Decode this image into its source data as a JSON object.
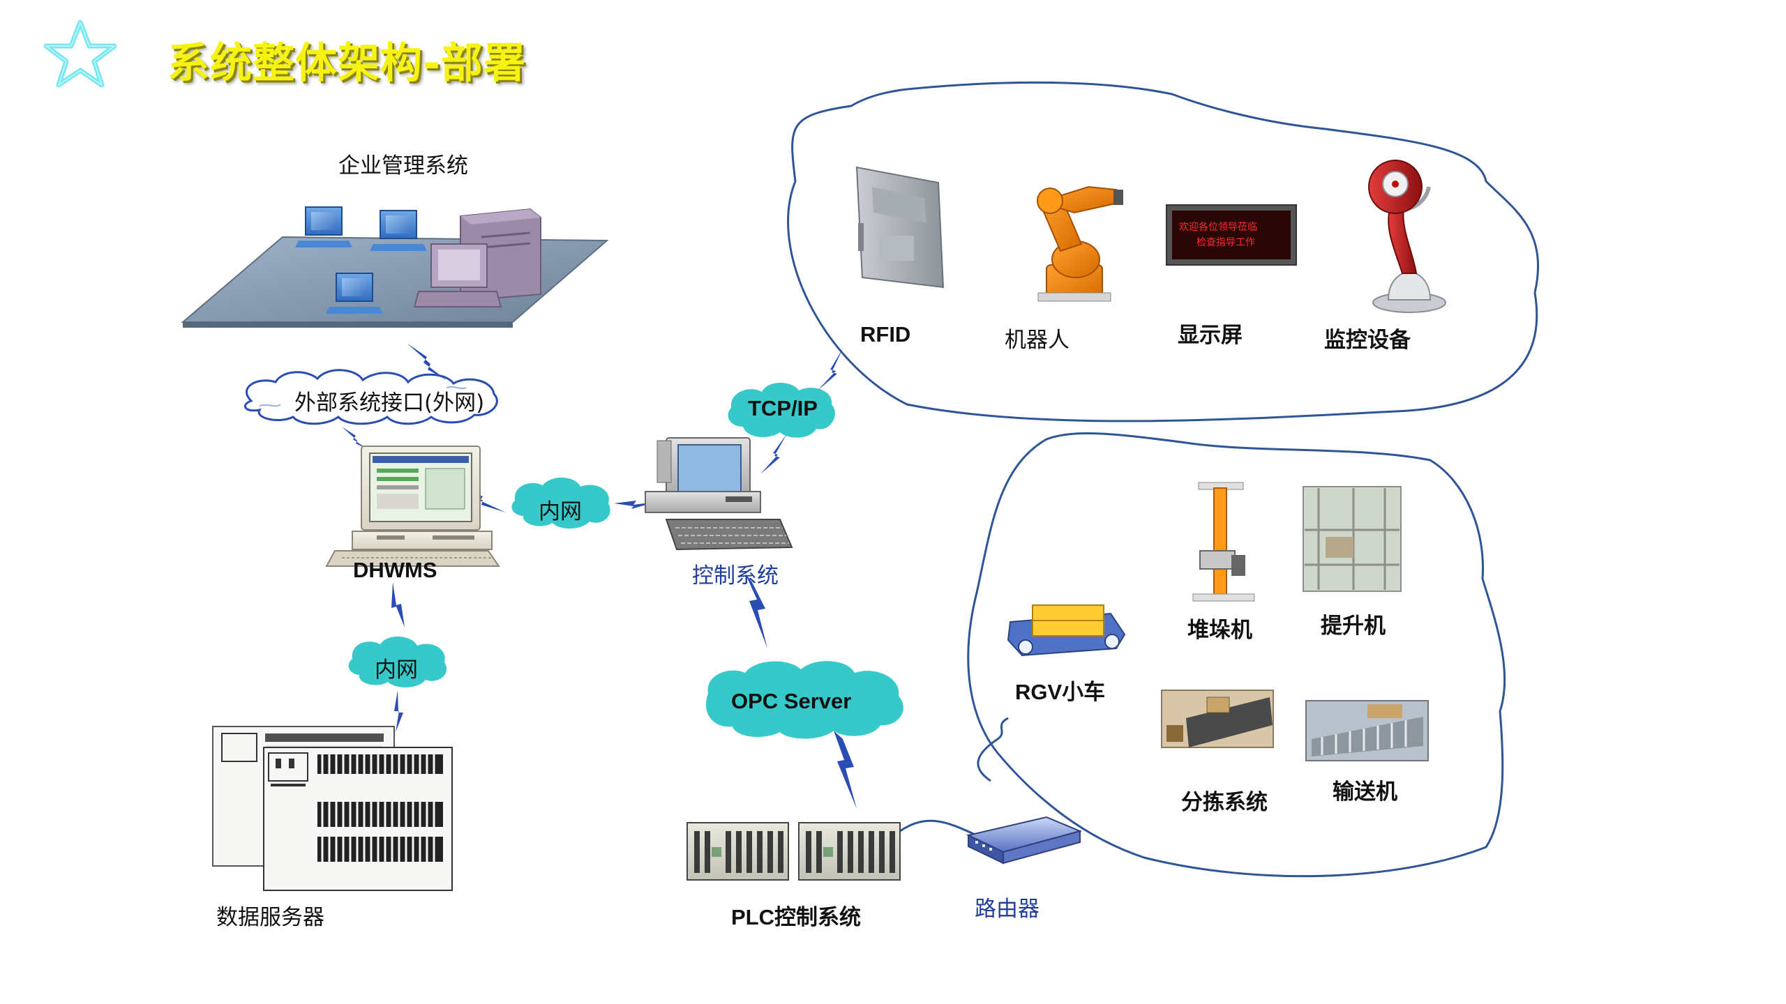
{
  "title": "系统整体架构-部署",
  "colors": {
    "title": "#f6f213",
    "cloud_fill": "#37c9c9",
    "lightning": "#2a4db3",
    "boundary": "#2f5597",
    "label_blue": "#1f3f99"
  },
  "left": {
    "enterprise_label": "企业管理系统",
    "external_interface": "外部系统接口(外网)",
    "dhwms": "DHWMS",
    "intranet_a": "内网",
    "intranet_b": "内网",
    "data_server": "数据服务器"
  },
  "center": {
    "control_system": "控制系统",
    "tcpip": "TCP/IP",
    "opc_server": "OPC Server",
    "plc": "PLC控制系统",
    "router": "路由器"
  },
  "upper_group": {
    "devices": [
      "RFID",
      "机器人",
      "显示屏",
      "监控设备"
    ],
    "led_text": [
      "欢迎各位领导莅临",
      "检查指导工作"
    ]
  },
  "lower_group": {
    "devices": [
      "RGV小车",
      "堆垛机",
      "提升机",
      "分拣系统",
      "输送机"
    ]
  }
}
